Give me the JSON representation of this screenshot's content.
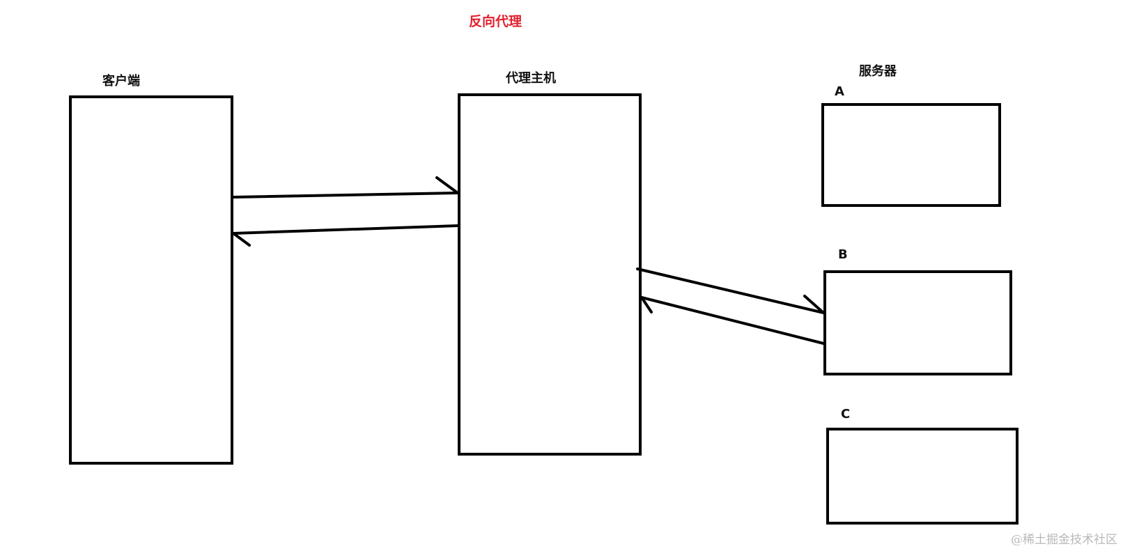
{
  "diagram": {
    "title": "反向代理",
    "title_color": "#e0202e",
    "nodes": {
      "client": {
        "label": "客户端"
      },
      "proxy": {
        "label": "代理主机"
      },
      "servers": {
        "group_label": "服务器",
        "items": [
          {
            "id": "A",
            "label": "A"
          },
          {
            "id": "B",
            "label": "B"
          },
          {
            "id": "C",
            "label": "C"
          }
        ]
      }
    },
    "edges": [
      {
        "from": "客户端",
        "to": "代理主机",
        "direction": "request"
      },
      {
        "from": "代理主机",
        "to": "客户端",
        "direction": "response"
      },
      {
        "from": "代理主机",
        "to": "B",
        "direction": "request"
      },
      {
        "from": "B",
        "to": "代理主机",
        "direction": "response"
      }
    ]
  },
  "watermark": "@稀土掘金技术社区"
}
